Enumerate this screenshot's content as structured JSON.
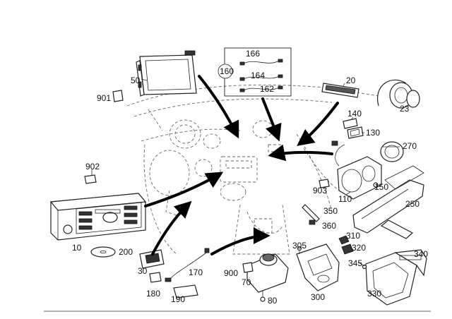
{
  "labels": {
    "p10": "10",
    "p20": "20",
    "p23": "23",
    "p30": "30",
    "p50": "50",
    "p70": "70",
    "p80": "80",
    "p110": "110",
    "p130": "130",
    "p140": "140",
    "p150": "150",
    "p160": "160",
    "p162": "162",
    "p164": "164",
    "p166": "166",
    "p170": "170",
    "p180": "180",
    "p190": "190",
    "p200": "200",
    "p250": "250",
    "p270": "270",
    "p300": "300",
    "p305": "305",
    "p310": "310",
    "p320": "320",
    "p330": "330",
    "p340": "340",
    "p345": "345",
    "p350": "350",
    "p360": "360",
    "p900": "900",
    "p901": "901",
    "p902": "902",
    "p903": "903"
  }
}
